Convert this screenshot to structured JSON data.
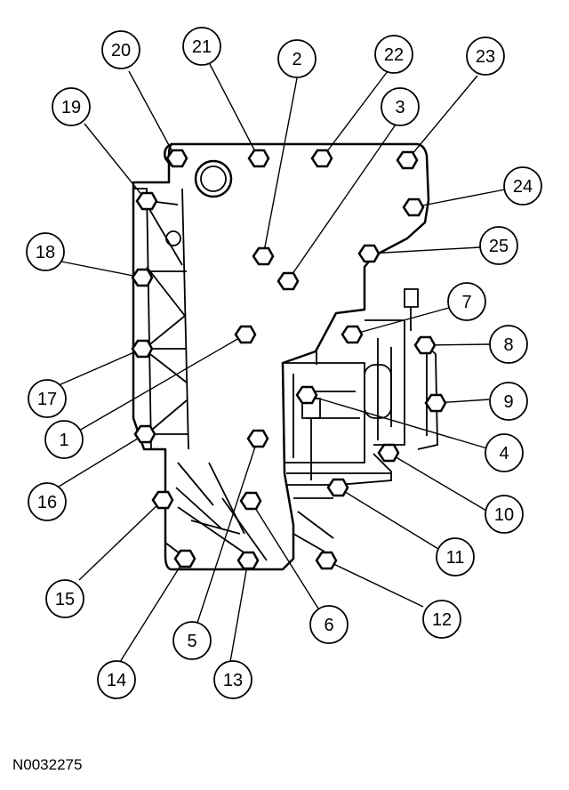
{
  "document_id": "N0032275",
  "callouts": [
    {
      "label": "1"
    },
    {
      "label": "2"
    },
    {
      "label": "3"
    },
    {
      "label": "4"
    },
    {
      "label": "5"
    },
    {
      "label": "6"
    },
    {
      "label": "7"
    },
    {
      "label": "8"
    },
    {
      "label": "9"
    },
    {
      "label": "10"
    },
    {
      "label": "11"
    },
    {
      "label": "12"
    },
    {
      "label": "13"
    },
    {
      "label": "14"
    },
    {
      "label": "15"
    },
    {
      "label": "16"
    },
    {
      "label": "17"
    },
    {
      "label": "18"
    },
    {
      "label": "19"
    },
    {
      "label": "20"
    },
    {
      "label": "21"
    },
    {
      "label": "22"
    },
    {
      "label": "23"
    },
    {
      "label": "24"
    },
    {
      "label": "25"
    }
  ]
}
